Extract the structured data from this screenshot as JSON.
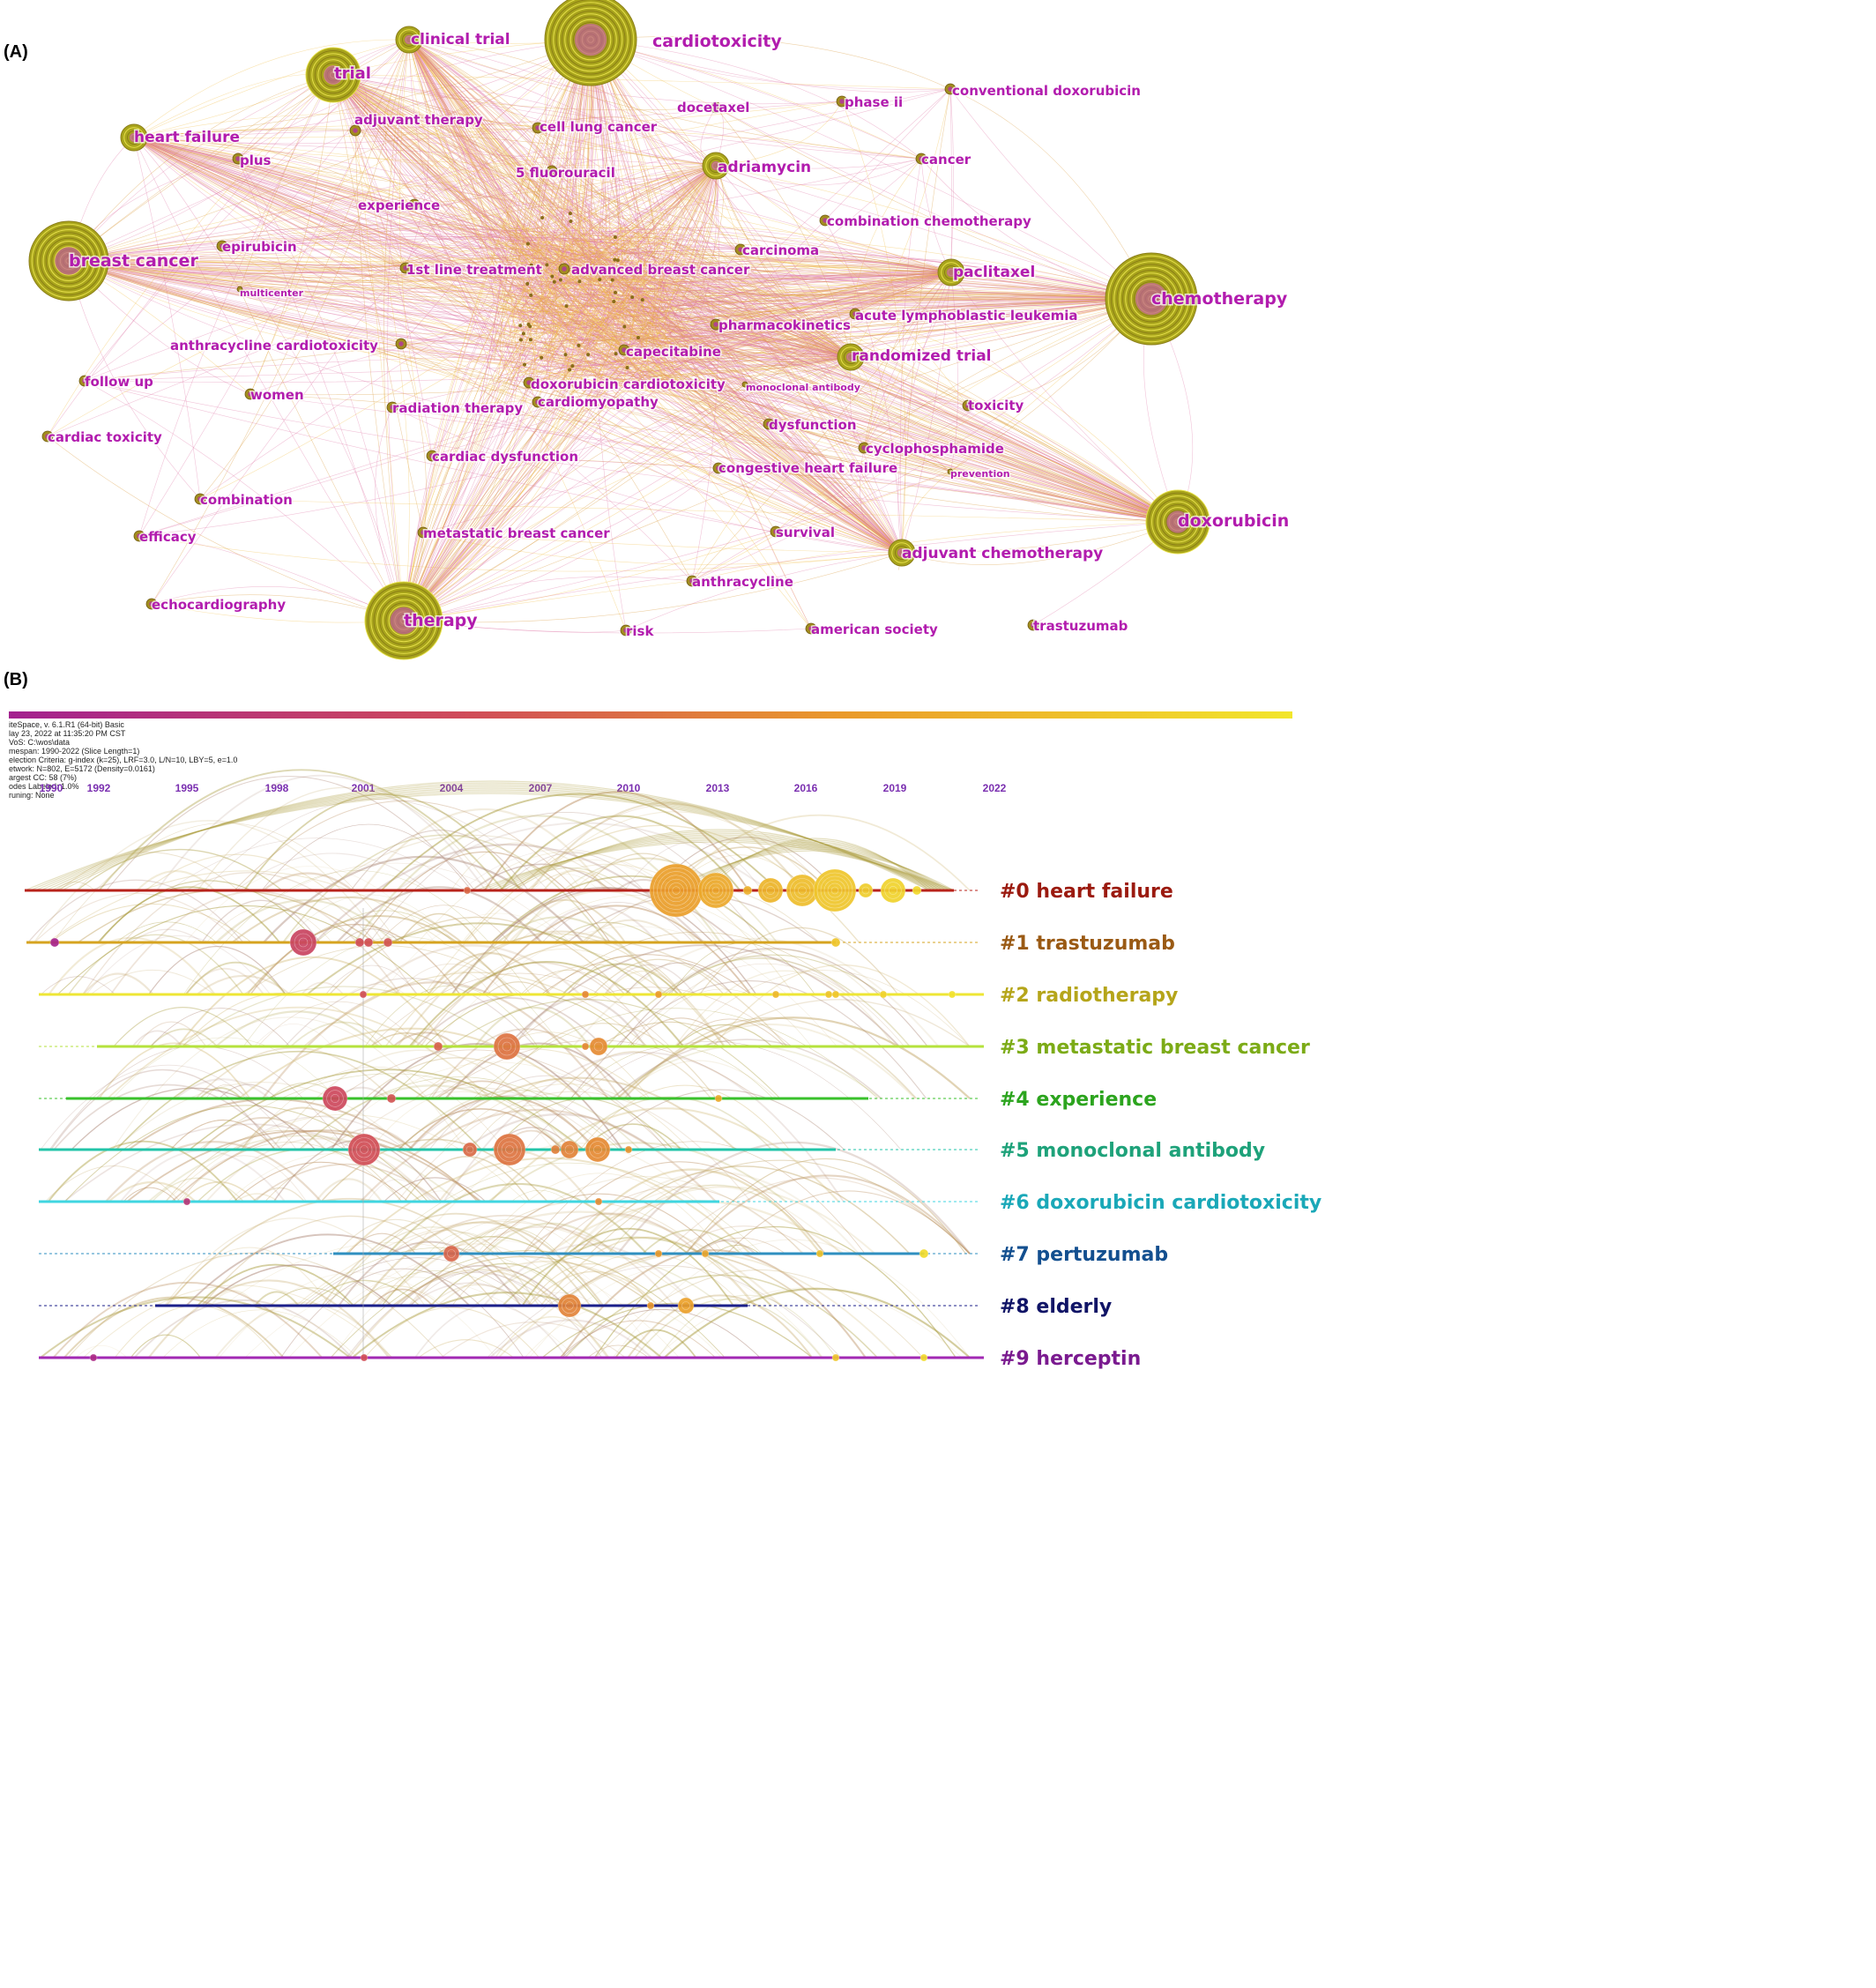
{
  "panel_a": {
    "label": "(A)",
    "nodes": [
      {
        "text": "cardiotoxicity",
        "size": "xl"
      },
      {
        "text": "clinical trial",
        "size": "m"
      },
      {
        "text": "trial",
        "size": "l"
      },
      {
        "text": "heart failure",
        "size": "m"
      },
      {
        "text": "plus",
        "size": "s"
      },
      {
        "text": "adjuvant therapy",
        "size": "s"
      },
      {
        "text": "docetaxel",
        "size": "s"
      },
      {
        "text": "cell lung cancer",
        "size": "s"
      },
      {
        "text": "phase ii",
        "size": "s"
      },
      {
        "text": "conventional doxorubicin",
        "size": "s"
      },
      {
        "text": "5 fluorouracil",
        "size": "s"
      },
      {
        "text": "adriamycin",
        "size": "m"
      },
      {
        "text": "cancer",
        "size": "s"
      },
      {
        "text": "experience",
        "size": "s"
      },
      {
        "text": "combination chemotherapy",
        "size": "s"
      },
      {
        "text": "breast cancer",
        "size": "xl"
      },
      {
        "text": "epirubicin",
        "size": "s"
      },
      {
        "text": "carcinoma",
        "size": "s"
      },
      {
        "text": "1st line treatment",
        "size": "s"
      },
      {
        "text": "advanced breast cancer",
        "size": "s"
      },
      {
        "text": "paclitaxel",
        "size": "m"
      },
      {
        "text": "multicenter",
        "size": "xs"
      },
      {
        "text": "chemotherapy",
        "size": "xl"
      },
      {
        "text": "acute lymphoblastic leukemia",
        "size": "s"
      },
      {
        "text": "pharmacokinetics",
        "size": "s"
      },
      {
        "text": "anthracycline cardiotoxicity",
        "size": "s"
      },
      {
        "text": "capecitabine",
        "size": "s"
      },
      {
        "text": "randomized trial",
        "size": "m"
      },
      {
        "text": "follow up",
        "size": "s"
      },
      {
        "text": "women",
        "size": "s"
      },
      {
        "text": "doxorubicin cardiotoxicity",
        "size": "s"
      },
      {
        "text": "monoclonal antibody",
        "size": "xs"
      },
      {
        "text": "cardiomyopathy",
        "size": "s"
      },
      {
        "text": "radiation therapy",
        "size": "s"
      },
      {
        "text": "toxicity",
        "size": "s"
      },
      {
        "text": "dysfunction",
        "size": "s"
      },
      {
        "text": "cardiac toxicity",
        "size": "s"
      },
      {
        "text": "cyclophosphamide",
        "size": "s"
      },
      {
        "text": "cardiac dysfunction",
        "size": "s"
      },
      {
        "text": "congestive heart failure",
        "size": "s"
      },
      {
        "text": "prevention",
        "size": "xs"
      },
      {
        "text": "combination",
        "size": "s"
      },
      {
        "text": "doxorubicin",
        "size": "xl"
      },
      {
        "text": "efficacy",
        "size": "s"
      },
      {
        "text": "metastatic breast cancer",
        "size": "s"
      },
      {
        "text": "survival",
        "size": "s"
      },
      {
        "text": "adjuvant chemotherapy",
        "size": "m"
      },
      {
        "text": "anthracycline",
        "size": "s"
      },
      {
        "text": "echocardiography",
        "size": "s"
      },
      {
        "text": "therapy",
        "size": "xl"
      },
      {
        "text": "risk",
        "size": "s"
      },
      {
        "text": "american society",
        "size": "s"
      },
      {
        "text": "trastuzumab",
        "size": "s"
      }
    ]
  },
  "panel_b": {
    "label": "(B)",
    "header_lines": [
      "iteSpace, v. 6.1.R1 (64-bit) Basic",
      "lay 23, 2022 at 11:35:20 PM CST",
      "VoS: C:\\wos\\data",
      "mespan: 1990-2022 (Slice Length=1)",
      "election Criteria: g-index (k=25), LRF=3.0, L/N=10, LBY=5, e=1.0",
      "etwork: N=802, E=5172 (Density=0.0161)",
      "argest CC: 58 (7%)",
      "odes Labeled: 1.0%",
      "runing: None"
    ],
    "years": [
      "1990",
      "1992",
      "1995",
      "1998",
      "2001",
      "2004",
      "2007",
      "2010",
      "2013",
      "2016",
      "2019",
      "2022"
    ],
    "clusters": [
      {
        "label": "#0 heart failure",
        "color": "#9b1a0f",
        "line": "#b8221a"
      },
      {
        "label": "#1 trastuzumab",
        "color": "#9a5a14",
        "line": "#d6a31f"
      },
      {
        "label": "#2 radiotherapy",
        "color": "#b5a51a",
        "line": "#eee634"
      },
      {
        "label": "#3 metastatic breast cancer",
        "color": "#7cab17",
        "line": "#b5e23c"
      },
      {
        "label": "#4 experience",
        "color": "#2ca41e",
        "line": "#39c12b"
      },
      {
        "label": "#5 monoclonal antibody",
        "color": "#1ea27a",
        "line": "#22c4a8"
      },
      {
        "label": "#6 doxorubicin cardiotoxicity",
        "color": "#1aa8b8",
        "line": "#3fd6e0"
      },
      {
        "label": "#7 pertuzumab",
        "color": "#134f8f",
        "line": "#2f8fc0"
      },
      {
        "label": "#8 elderly",
        "color": "#101466",
        "line": "#1b1f8a"
      },
      {
        "label": "#9 herceptin",
        "color": "#7a1a8f",
        "line": "#a229b3"
      }
    ]
  }
}
